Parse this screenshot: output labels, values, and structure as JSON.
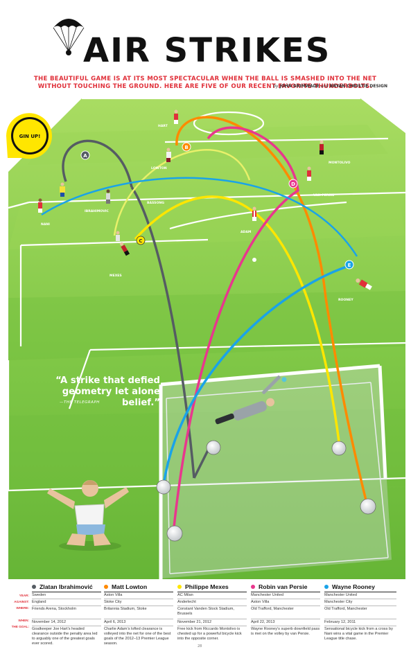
{
  "title": "AIR STRIKES",
  "subtitle_line1": "THE BEAUTIFUL GAME IS AT ITS MOST SPECTACULAR WHEN THE BALL IS SMASHED INTO THE NET",
  "subtitle_line2": "WITHOUT TOUCHING THE GROUND. HERE ARE FIVE OF OUR RECENT FAVORITE THUNDERBOLTS.",
  "byline": {
    "by": "by",
    "author1": "JOHN GRIMWADE",
    "and": "and",
    "author2": "BRYAN CHRISTIE DESIGN"
  },
  "badge_text": "GIN UP!",
  "quote": "“A strike that defied geometry let alone belief.”",
  "quote_source": "—THE TELEGRAPH",
  "page_number": "28",
  "colors": {
    "grass_light": "#8ed14a",
    "grass_dark": "#5aa82f",
    "yellow_badge": "#ffe600",
    "red_text": "#e0303a",
    "gray": "#555c63",
    "orange": "#ff8a00",
    "yellow": "#ffe600",
    "magenta": "#e8378d",
    "cyan": "#1aa3e8"
  },
  "markers": [
    {
      "letter": "A",
      "color": "#555c63"
    },
    {
      "letter": "B",
      "color": "#ff8a00"
    },
    {
      "letter": "C",
      "color": "#ffe600"
    },
    {
      "letter": "D",
      "color": "#e8378d"
    },
    {
      "letter": "E",
      "color": "#1aa3e8"
    }
  ],
  "player_labels": {
    "hart": "HART",
    "ibrahimovic": "IBRAHIMOVIC",
    "lowton": "LOWTON",
    "bassong": "BASSONG",
    "montolivo": "MONTOLIVO",
    "van_persie": "VAN PERSIE",
    "adam": "ADAM",
    "nani": "NANI",
    "mexes": "MEXES",
    "rooney": "ROONEY"
  },
  "table": {
    "row_labels": [
      "YEAR:",
      "AGAINST:",
      "WHERE:",
      "WHEN:",
      "THE GOAL:"
    ],
    "players": [
      {
        "name": "Zlatan Ibrahimović",
        "letter": "A",
        "color": "#555c63",
        "team": "Sweden",
        "against": "England",
        "where": "Friends Arena, Stockholm",
        "when": "November 14, 2012",
        "goal": "Goalkeeper Joe Hart’s headed clearance outside the penalty area led to arguably one of the greatest goals ever scored."
      },
      {
        "name": "Matt Lowton",
        "letter": "B",
        "color": "#ff8a00",
        "team": "Aston Villa",
        "against": "Stoke City",
        "where": "Britannia Stadium, Stoke",
        "when": "April 6, 2013",
        "goal": "Charlie Adam’s lofted clearance is volleyed into the net for one of the best goals of the 2012–13 Premier League season."
      },
      {
        "name": "Philippe Mexes",
        "letter": "C",
        "color": "#ffe600",
        "team": "AC Milan",
        "against": "Anderlecht",
        "where": "Constant Vanden Stock Stadium, Brussels",
        "when": "November 21, 2012",
        "goal": "Free kick from Riccardo Montolivo is chested up for a powerful bicycle kick into the opposite corner."
      },
      {
        "name": "Robin van Persie",
        "letter": "D",
        "color": "#e8378d",
        "team": "Manchester United",
        "against": "Aston Villa",
        "where": "Old Trafford, Manchester",
        "when": "April 22, 2013",
        "goal": "Wayne Rooney’s superb downfield pass is met on the volley by van Persie."
      },
      {
        "name": "Wayne Rooney",
        "letter": "E",
        "color": "#1aa3e8",
        "team": "Manchester United",
        "against": "Manchester City",
        "where": "Old Trafford, Manchester",
        "when": "February 12, 2011",
        "goal": "Sensational bicycle kick from a cross by Nani wins a vital game in the Premier League title chase."
      }
    ]
  }
}
